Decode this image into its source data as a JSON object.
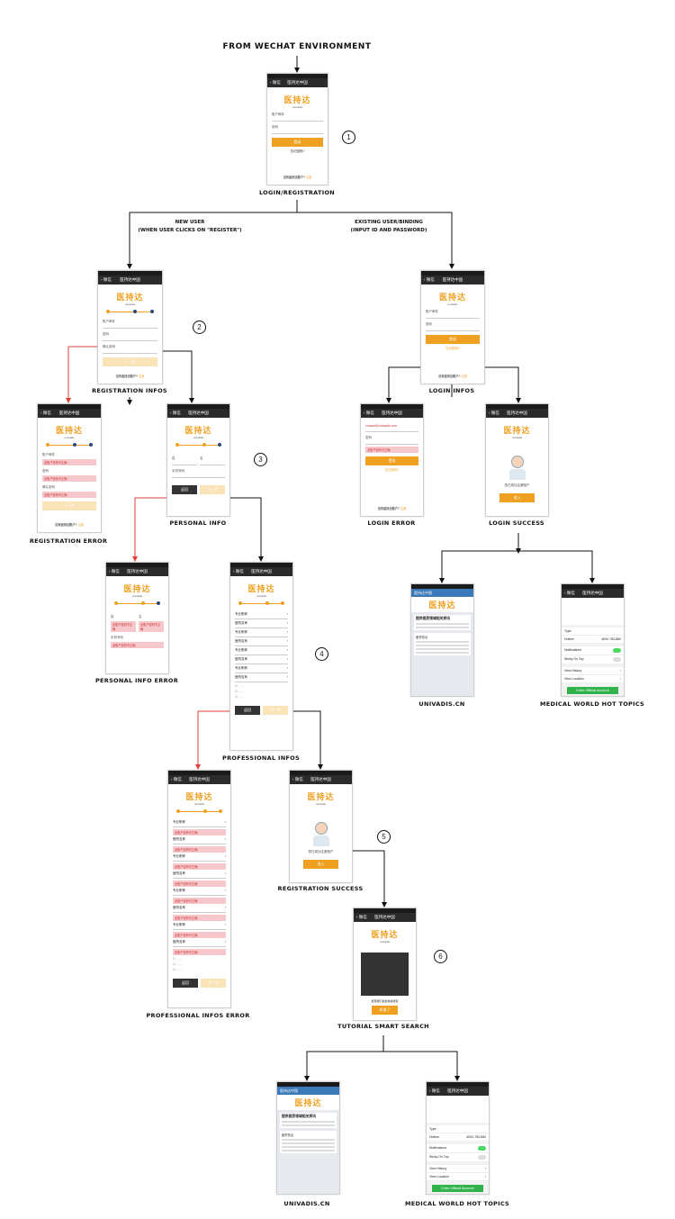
{
  "header": "FROM WECHAT ENVIRONMENT",
  "nav_title": "医持达中国",
  "back_label": "‹ 微信",
  "logo_text": "医持达",
  "logo_sub": "univadis",
  "steps_numbers": [
    "1",
    "2",
    "3",
    "4",
    "5",
    "6"
  ],
  "branches": {
    "new_user": [
      "NEW USER",
      "(WHEN USER CLICKS ON \"REGISTER\")"
    ],
    "existing_user": [
      "EXISTING USER/BINDING",
      "(INPUT ID AND PASSWORD)"
    ]
  },
  "labels": {
    "login_registration": "LOGIN/REGISTRATION",
    "registration_infos": "REGISTRATION INFOS",
    "login_infos": "LOGIN INFOS",
    "registration_error": "REGISTRATION ERROR",
    "personal_info": "PERSONAL INFO",
    "login_error": "LOGIN ERROR",
    "login_success": "LOGIN SUCCESS",
    "personal_info_error": "PERSONAL INFO ERROR",
    "professional_infos": "PROFESSIONAL INFOS",
    "univadis_1": "UNIVADIS.CN",
    "medical_world_1": "MEDICAL WORLD HOT TOPICS",
    "professional_infos_error": "PROFESSIONAL INFOS ERROR",
    "registration_success": "REGISTRATION SUCCESS",
    "tutorial_smart_search": "TUTORIAL SMART SEARCH",
    "univadis_2": "UNIVADIS.CN",
    "medical_world_2": "MEDICAL WORLD HOT TOPICS"
  },
  "screen_text": {
    "account": "账户邮件",
    "password": "密码",
    "confirm": "确认密码",
    "login_btn": "登录",
    "forgot": "忘记密码?",
    "no_account": "没有医持达账户?",
    "register": "注册",
    "email_value": "contact@univadis.com",
    "error_text": "此账户密码不正确",
    "surname": "姓",
    "name": "名",
    "phone": "手机号码",
    "back_btn": "返回",
    "next_btn": "下一步",
    "specialty": "专业职称",
    "hospital": "医院名称",
    "success_text": "您已成功注册账户",
    "enter_btn": "进入",
    "tutorial_tip": "发现我们最新快捷搜索",
    "ok_btn": "知道了",
    "web_title": "医学热点",
    "web_card": "提供医药领域相关资讯",
    "mw_type": "Type",
    "mw_hotline": "Hotline",
    "mw_hotline_val": "4000-783-860",
    "mw_notifications": "Notifications",
    "mw_sticky": "Sticky On Top",
    "mw_history": "View History",
    "mw_location": "View Location",
    "mw_enter": "Enter Official Account"
  }
}
